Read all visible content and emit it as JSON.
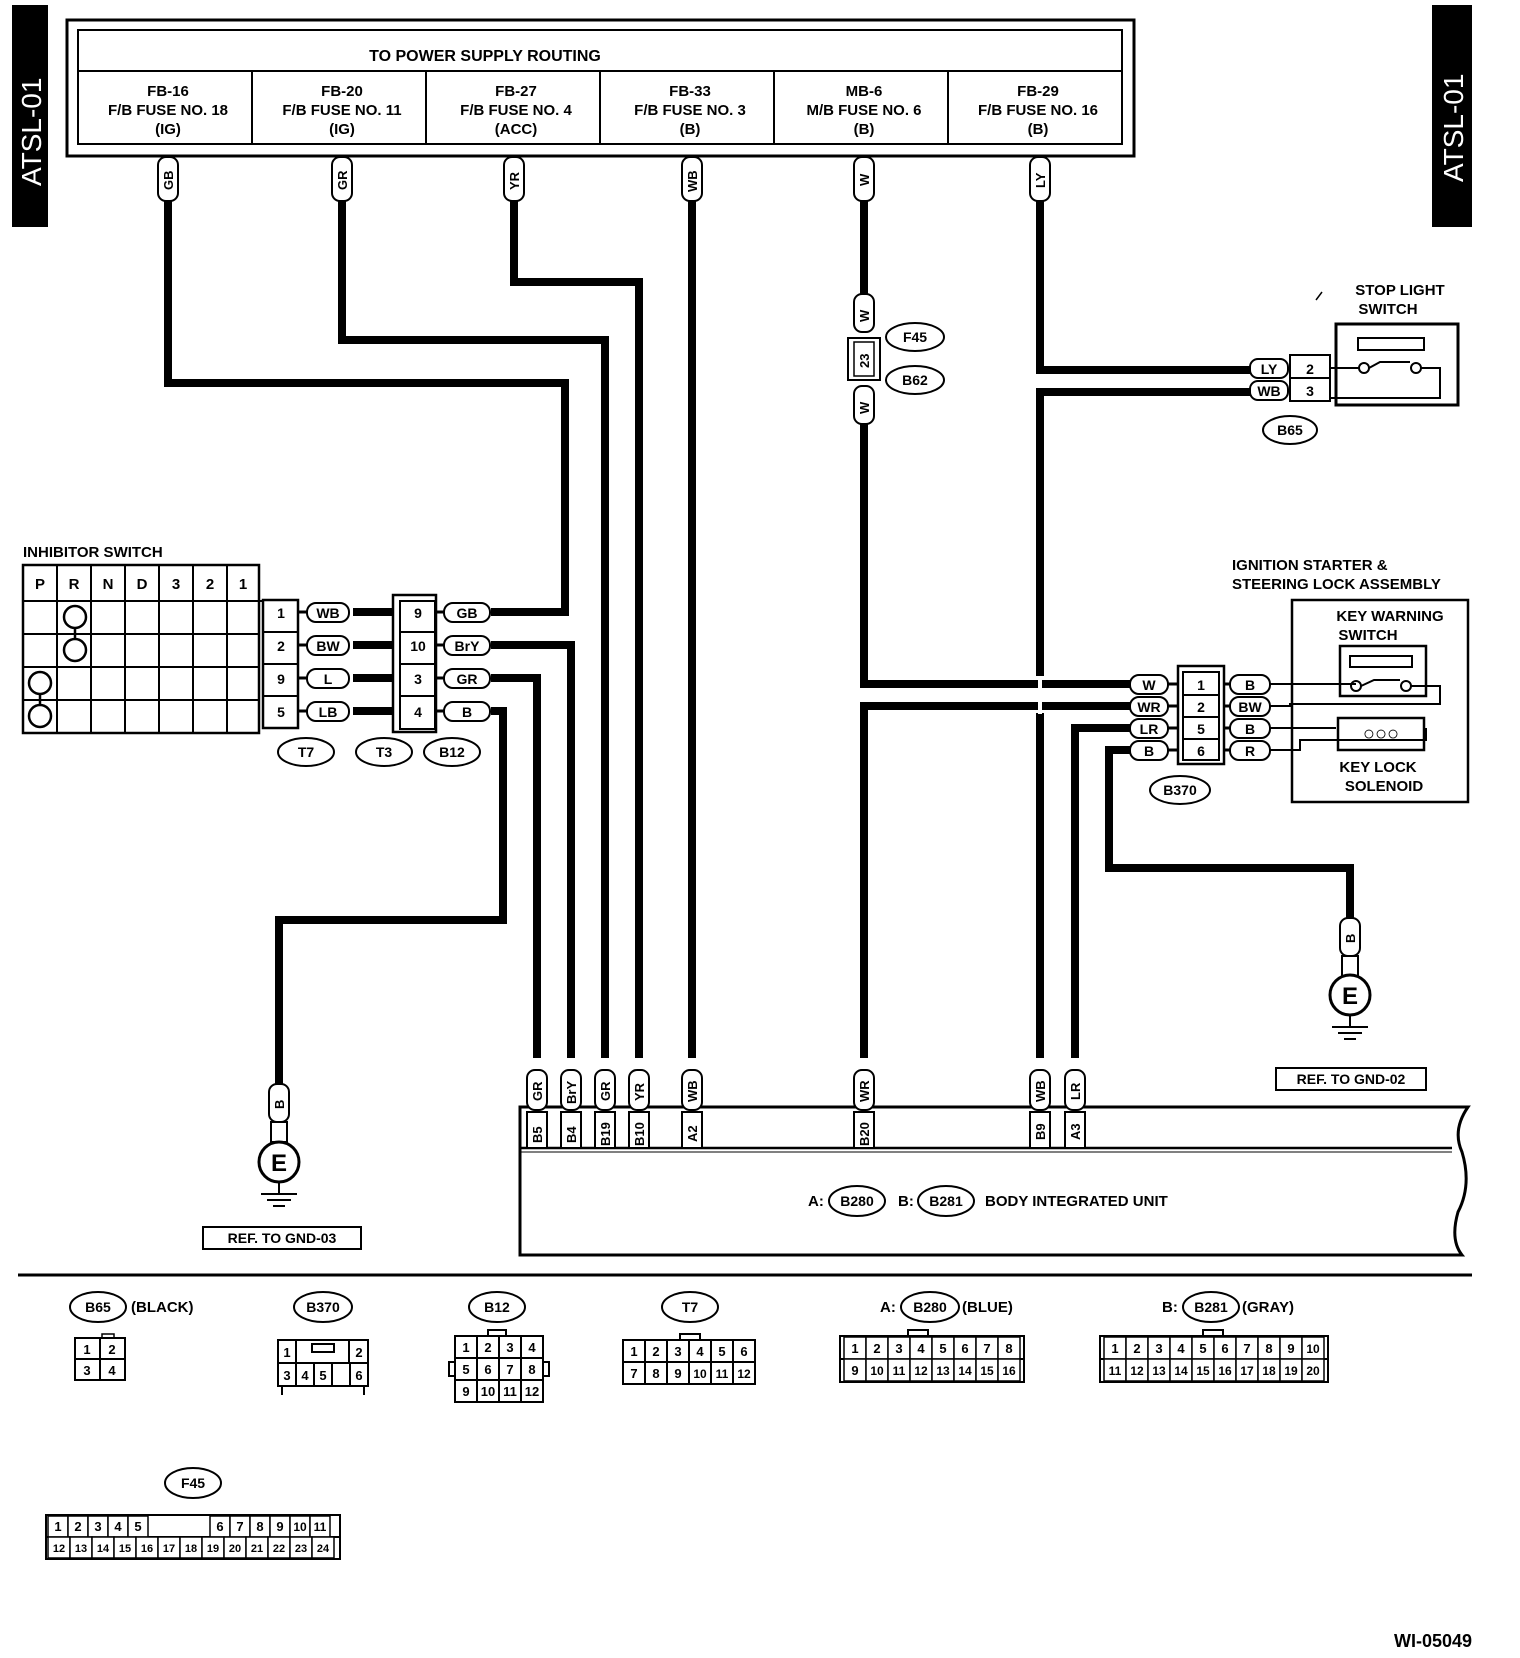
{
  "side_tabs": {
    "left": "ATSL-01",
    "right": "ATSL-01"
  },
  "power": {
    "title": "TO POWER SUPPLY ROUTING",
    "fuses": [
      {
        "id": "FB-16",
        "name": "F/B FUSE NO. 18",
        "mode": "(IG)",
        "wire": "GB"
      },
      {
        "id": "FB-20",
        "name": "F/B FUSE NO. 11",
        "mode": "(IG)",
        "wire": "GR"
      },
      {
        "id": "FB-27",
        "name": "F/B FUSE NO. 4",
        "mode": "(ACC)",
        "wire": "YR"
      },
      {
        "id": "FB-33",
        "name": "F/B FUSE NO. 3",
        "mode": "(B)",
        "wire": "WB"
      },
      {
        "id": "MB-6",
        "name": "M/B FUSE NO. 6",
        "mode": "(B)",
        "wire": "W"
      },
      {
        "id": "FB-29",
        "name": "F/B FUSE NO. 16",
        "mode": "(B)",
        "wire": "LY"
      }
    ]
  },
  "stop_light": {
    "title1": "STOP LIGHT",
    "title2": "SWITCH",
    "connector": "B65",
    "pins": [
      {
        "wire": "LY",
        "pin": "2"
      },
      {
        "wire": "WB",
        "pin": "3"
      }
    ]
  },
  "joint": {
    "wire_top": "W",
    "pin": "23",
    "connector_top": "F45",
    "connector_bottom": "B62",
    "wire_bottom": "W"
  },
  "inhibitor": {
    "title": "INHIBITOR SWITCH",
    "positions": [
      "P",
      "R",
      "N",
      "D",
      "3",
      "2",
      "1"
    ],
    "t7": [
      {
        "pin": "1",
        "wire": "WB"
      },
      {
        "pin": "2",
        "wire": "BW"
      },
      {
        "pin": "9",
        "wire": "L"
      },
      {
        "pin": "5",
        "wire": "LB"
      }
    ],
    "t3": [
      "9",
      "10",
      "3",
      "4"
    ],
    "b12": [
      "GB",
      "BrY",
      "GR",
      "B"
    ],
    "labels": [
      "T7",
      "T3",
      "B12"
    ]
  },
  "ignition": {
    "title1": "IGNITION STARTER &",
    "title2": "STEERING LOCK ASSEMBLY",
    "kw1": "KEY WARNING",
    "kw2": "SWITCH",
    "kl1": "KEY LOCK",
    "kl2": "SOLENOID",
    "connector": "B370",
    "left_wires": [
      "W",
      "WR",
      "LR",
      "B"
    ],
    "pins": [
      "1",
      "2",
      "5",
      "6"
    ],
    "right_wires": [
      "B",
      "BW",
      "B",
      "R"
    ]
  },
  "ground_right": {
    "wire": "B",
    "symbol": "E",
    "ref": "REF. TO GND-02"
  },
  "ground_left": {
    "wire": "B",
    "symbol": "E",
    "ref": "REF. TO GND-03"
  },
  "biu": {
    "wires": [
      "GR",
      "BrY",
      "GR",
      "YR",
      "WB",
      "WR",
      "WB",
      "LR"
    ],
    "pins": [
      "B5",
      "B4",
      "B19",
      "B10",
      "A2",
      "B20",
      "B9",
      "A3"
    ],
    "a_prefix": "A:",
    "a_conn": "B280",
    "b_prefix": "B:",
    "b_conn": "B281",
    "title": "BODY INTEGRATED UNIT"
  },
  "connectors": {
    "b65": {
      "label": "B65",
      "color": "(BLACK)",
      "rows": [
        [
          "1",
          "2"
        ],
        [
          "3",
          "4"
        ]
      ]
    },
    "b370": {
      "label": "B370",
      "rows": [
        [
          "1",
          "2"
        ],
        [
          "3",
          "4",
          "5",
          "6"
        ]
      ]
    },
    "b12": {
      "label": "B12",
      "rows": [
        [
          "1",
          "2",
          "3",
          "4"
        ],
        [
          "5",
          "6",
          "7",
          "8"
        ],
        [
          "9",
          "10",
          "11",
          "12"
        ]
      ]
    },
    "t7": {
      "label": "T7",
      "rows": [
        [
          "1",
          "2",
          "3",
          "4",
          "5",
          "6"
        ],
        [
          "7",
          "8",
          "9",
          "10",
          "11",
          "12"
        ]
      ]
    },
    "b280": {
      "prefix": "A:",
      "label": "B280",
      "color": "(BLUE)",
      "rows": [
        [
          "1",
          "2",
          "3",
          "4",
          "5",
          "6",
          "7",
          "8"
        ],
        [
          "9",
          "10",
          "11",
          "12",
          "13",
          "14",
          "15",
          "16"
        ]
      ]
    },
    "b281": {
      "prefix": "B:",
      "label": "B281",
      "color": "(GRAY)",
      "rows": [
        [
          "1",
          "2",
          "3",
          "4",
          "5",
          "6",
          "7",
          "8",
          "9",
          "10"
        ],
        [
          "11",
          "12",
          "13",
          "14",
          "15",
          "16",
          "17",
          "18",
          "19",
          "20"
        ]
      ]
    },
    "f45": {
      "label": "F45",
      "rows": [
        [
          "1",
          "2",
          "3",
          "4",
          "5",
          "6",
          "7",
          "8",
          "9",
          "10",
          "11"
        ],
        [
          "12",
          "13",
          "14",
          "15",
          "16",
          "17",
          "18",
          "19",
          "20",
          "21",
          "22",
          "23",
          "24"
        ]
      ]
    }
  },
  "figure_id": "WI-05049"
}
